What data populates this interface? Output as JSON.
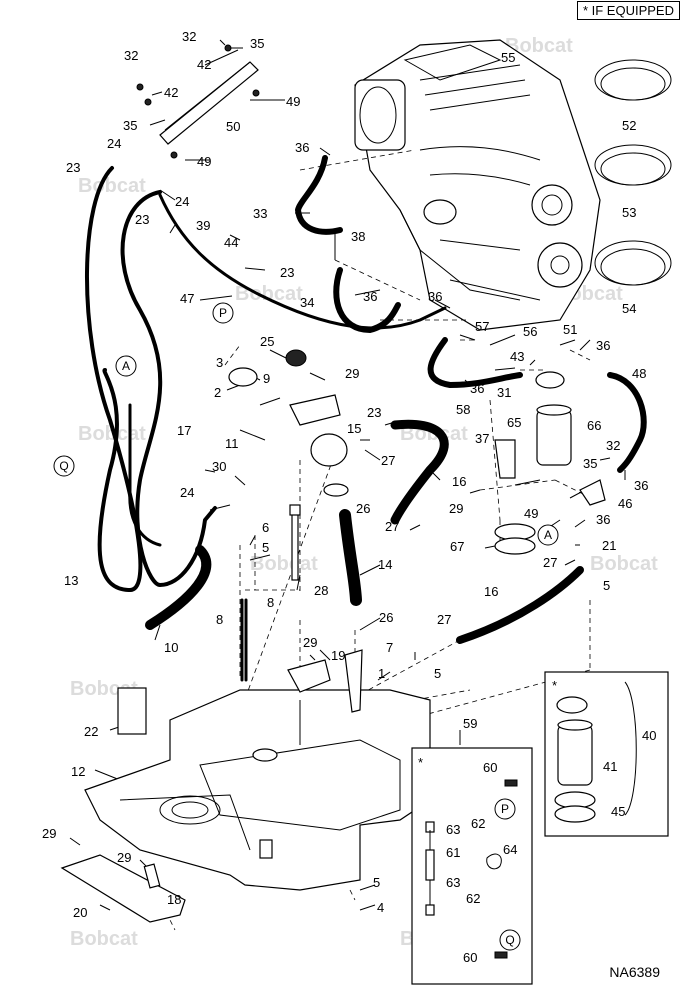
{
  "legend": {
    "asterisk": "*",
    "text": "IF EQUIPPED"
  },
  "drawing_code": "NA6389",
  "watermark": "Bobcat",
  "callouts": [
    "A",
    "Q",
    "P"
  ],
  "inset_marker": "*",
  "part_numbers": {
    "n1": "1",
    "n2": "2",
    "n3": "3",
    "n4": "4",
    "n5": "5",
    "n6": "6",
    "n7": "7",
    "n8": "8",
    "n9": "9",
    "n10": "10",
    "n11": "11",
    "n12": "12",
    "n13": "13",
    "n14": "14",
    "n15": "15",
    "n16": "16",
    "n17": "17",
    "n18": "18",
    "n19": "19",
    "n20": "20",
    "n21": "21",
    "n22": "22",
    "n23": "23",
    "n24": "24",
    "n25": "25",
    "n26": "26",
    "n27": "27",
    "n28": "28",
    "n29": "29",
    "n30": "30",
    "n31": "31",
    "n32": "32",
    "n33": "33",
    "n34": "34",
    "n35": "35",
    "n36": "36",
    "n37": "37",
    "n38": "38",
    "n39": "39",
    "n40": "40",
    "n41": "41",
    "n42": "42",
    "n43": "43",
    "n44": "44",
    "n45": "45",
    "n46": "46",
    "n47": "47",
    "n48": "48",
    "n49": "49",
    "n50": "50",
    "n51": "51",
    "n52": "52",
    "n53": "53",
    "n54": "54",
    "n55": "55",
    "n56": "56",
    "n57": "57",
    "n58": "58",
    "n59": "59",
    "n60": "60",
    "n61": "61",
    "n62": "62",
    "n63": "63",
    "n64": "64",
    "n65": "65",
    "n66": "66",
    "n67": "67"
  }
}
